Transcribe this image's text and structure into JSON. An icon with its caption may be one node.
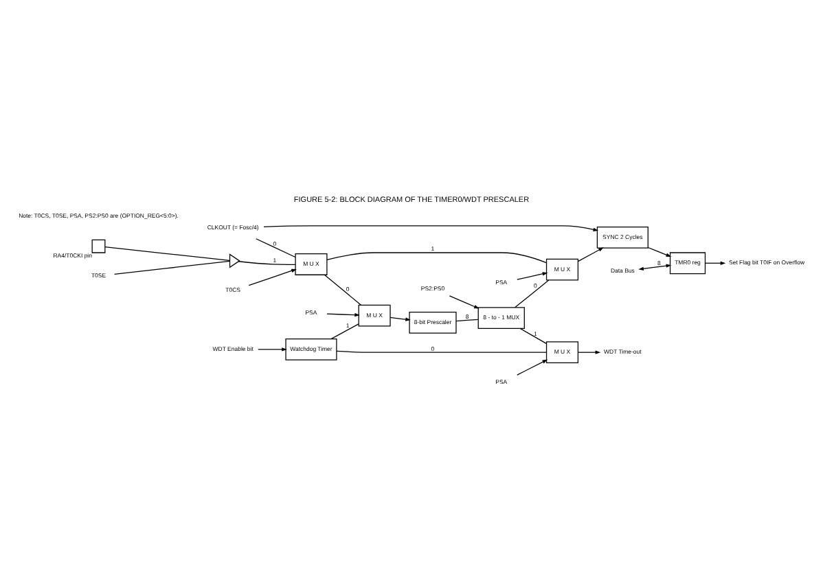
{
  "diagram": {
    "title": "FIGURE 5-2: BLOCK DIAGRAM OF THE TIMER0/WDT PRESCALER",
    "nodes": [
      {
        "text": [
          "CLKOUT (= Fosc/4)"
        ]
      },
      {
        "text": [],
        "shape": "box",
        "beside": [
          "RA4/T0CKI pin"
        ]
      },
      {
        "text": [],
        "shape": "gate"
      },
      {
        "text": [
          "T0SE"
        ]
      },
      {
        "text": [
          "M U X"
        ]
      },
      {
        "text": [
          "T0CS"
        ]
      },
      {
        "text": [
          "M U X"
        ]
      },
      {
        "text": [
          "PSA"
        ]
      },
      {
        "text": [
          "SYNC 2 Cycles"
        ]
      },
      {
        "text": [
          "Data Bus"
        ]
      },
      {
        "text": [
          "TMR0 reg"
        ]
      },
      {
        "text": [
          "Set Flag bit T0IF on Overflow"
        ]
      },
      {
        "text": [
          "Watchdog Timer"
        ]
      },
      {
        "text": [
          "WDT Enable bit"
        ]
      },
      {
        "text": [
          "M U X"
        ]
      },
      {
        "text": [
          "PSA"
        ]
      },
      {
        "text": [
          "8-bit Prescaler"
        ]
      },
      {
        "text": [
          "8 - to - 1 MUX"
        ]
      },
      {
        "text": [
          "PS2:PS0"
        ]
      },
      {
        "text": [
          "M U X"
        ]
      },
      {
        "text": [
          "PSA"
        ]
      },
      {
        "text": [
          "WDT Time-out"
        ]
      }
    ],
    "edges": [
      {
        "from": 0,
        "to": 4,
        "arrow": "none",
        "label": "0"
      },
      {
        "from": 0,
        "to": 8,
        "arrow": "to"
      },
      {
        "from": 1,
        "to": 2,
        "arrow": "none"
      },
      {
        "from": 3,
        "to": 2,
        "arrow": "none"
      },
      {
        "from": 2,
        "to": 4,
        "arrow": "none",
        "label": "1"
      },
      {
        "from": 5,
        "to": 4,
        "arrow": "to"
      },
      {
        "from": 4,
        "to": 6,
        "arrow": "none",
        "label": "1"
      },
      {
        "from": 4,
        "to": 14,
        "arrow": "none",
        "label": "0"
      },
      {
        "from": 7,
        "to": 6,
        "arrow": "to"
      },
      {
        "from": 6,
        "to": 8,
        "arrow": "to"
      },
      {
        "from": 8,
        "to": 10,
        "arrow": "to"
      },
      {
        "from": 9,
        "to": 10,
        "arrow": "both",
        "label": "8"
      },
      {
        "from": 10,
        "to": 11,
        "arrow": "to"
      },
      {
        "from": 12,
        "to": 14,
        "arrow": "none",
        "label": "1"
      },
      {
        "from": 12,
        "to": 19,
        "arrow": "none",
        "label": "0"
      },
      {
        "from": 13,
        "to": 12,
        "arrow": "to"
      },
      {
        "from": 15,
        "to": 14,
        "arrow": "to"
      },
      {
        "from": 14,
        "to": 16,
        "arrow": "to"
      },
      {
        "from": 16,
        "to": 17,
        "arrow": "none",
        "label": "8"
      },
      {
        "from": 18,
        "to": 17,
        "arrow": "to"
      },
      {
        "from": 17,
        "to": 19,
        "arrow": "none",
        "label": "1"
      },
      {
        "from": 17,
        "to": 6,
        "arrow": "none",
        "label": "0"
      },
      {
        "from": 20,
        "to": 19,
        "arrow": "to"
      },
      {
        "from": 19,
        "to": 21,
        "arrow": "to"
      }
    ],
    "labels": [
      "Note: T0CS, T0SE, PSA, PS2:PS0 are (OPTION_REG<5:0>)."
    ]
  }
}
